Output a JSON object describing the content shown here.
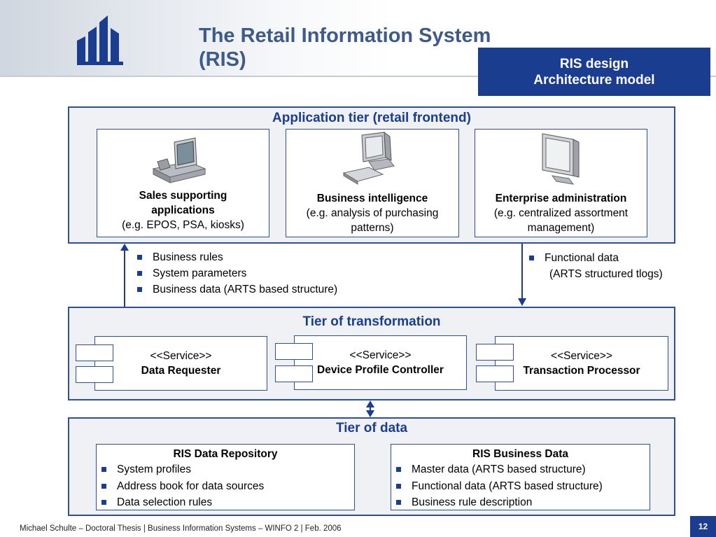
{
  "header": {
    "title_line1": "The Retail Information System",
    "title_line2": "(RIS)",
    "badge_line1": "RIS design",
    "badge_line2": "Architecture model"
  },
  "application_tier": {
    "title": "Application tier (retail frontend)",
    "cards": [
      {
        "icon": "pos-terminal-icon",
        "title_line1": "Sales supporting",
        "title_line2": "applications",
        "desc_line1": "(e.g. EPOS, PSA, kiosks)",
        "desc_line2": ""
      },
      {
        "icon": "desktop-computer-icon",
        "title_line1": "Business intelligence",
        "title_line2": "",
        "desc_line1": "(e.g. analysis of purchasing",
        "desc_line2": "patterns)"
      },
      {
        "icon": "monitor-icon",
        "title_line1": "Enterprise administration",
        "title_line2": "",
        "desc_line1": "(e.g. centralized assortment",
        "desc_line2": "management)"
      }
    ]
  },
  "flows": {
    "up_items": [
      "Business rules",
      "System parameters",
      "Business data (ARTS based structure)"
    ],
    "down_items_line1": "Functional data",
    "down_items_line2": "(ARTS structured tlogs)"
  },
  "transformation_tier": {
    "title": "Tier of transformation",
    "services": [
      {
        "stereotype": "<<Service>>",
        "name": "Data Requester"
      },
      {
        "stereotype": "<<Service>>",
        "name": "Device Profile Controller"
      },
      {
        "stereotype": "<<Service>>",
        "name": "Transaction Processor"
      }
    ]
  },
  "data_tier": {
    "title": "Tier of data",
    "repositories": [
      {
        "title": "RIS Data Repository",
        "items": [
          "System profiles",
          "Address book for data sources",
          "Data selection rules"
        ]
      },
      {
        "title": "RIS Business Data",
        "items": [
          "Master data (ARTS based structure)",
          "Functional data (ARTS based structure)",
          "Business rule description"
        ]
      }
    ]
  },
  "footer": {
    "text": "Michael Schulte – Doctoral Thesis | Business Information Systems – WINFO 2 | Feb. 2006",
    "page_number": "12"
  },
  "colors": {
    "accent": "#1a3d8f",
    "tier_bg": "#f0f1f5",
    "title": "#3d5a8a"
  }
}
